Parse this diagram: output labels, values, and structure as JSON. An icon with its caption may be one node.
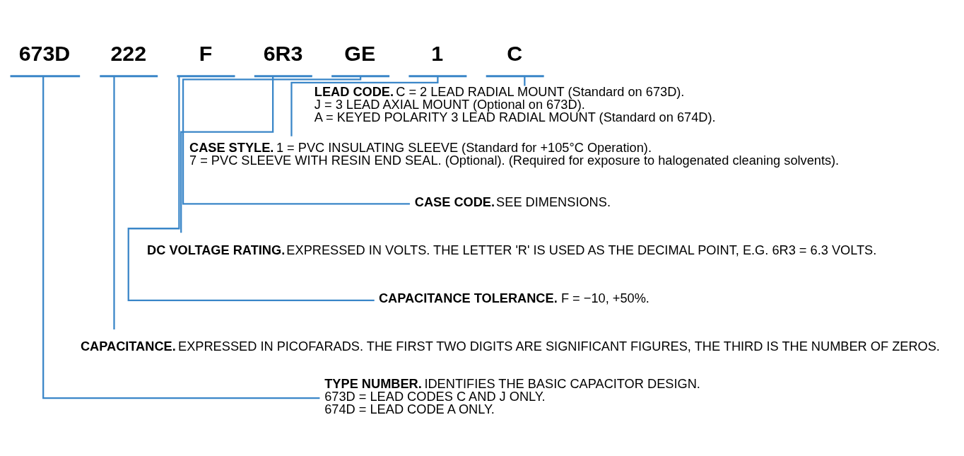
{
  "diagram": {
    "nodes": [
      {
        "text": [
          "673D"
        ]
      },
      {
        "text": [
          "222"
        ]
      },
      {
        "text": [
          "F"
        ]
      },
      {
        "text": [
          "6R3"
        ]
      },
      {
        "text": [
          "GE"
        ]
      },
      {
        "text": [
          "1"
        ]
      },
      {
        "text": [
          "C"
        ]
      },
      {
        "text": [
          "LEAD CODE.",
          "C = 2 LEAD RADIAL MOUNT (Standard on 673D).",
          "J = 3 LEAD AXIAL MOUNT (Optional on 673D).",
          "A = KEYED POLARITY 3 LEAD RADIAL MOUNT (Standard on 674D)."
        ]
      },
      {
        "text": [
          "CASE STYLE.",
          "1 = PVC INSULATING SLEEVE (Standard for +105°C Operation).",
          "7 = PVC SLEEVE WITH RESIN END SEAL. (Optional). (Required for exposure to halogenated cleaning solvents)."
        ]
      },
      {
        "text": [
          "CASE CODE.",
          "SEE DIMENSIONS."
        ]
      },
      {
        "text": [
          "DC VOLTAGE RATING.",
          "EXPRESSED IN VOLTS. THE LETTER 'R' IS USED AS THE DECIMAL POINT, E.G. 6R3 = 6.3 VOLTS."
        ]
      },
      {
        "text": [
          "CAPACITANCE TOLERANCE.",
          "F = −10, +50%."
        ]
      },
      {
        "text": [
          "CAPACITANCE.",
          "EXPRESSED IN PICOFARADS. THE FIRST TWO DIGITS ARE SIGNIFICANT FIGURES, THE THIRD IS THE NUMBER OF ZEROS."
        ]
      },
      {
        "text": [
          "TYPE NUMBER.",
          "IDENTIFIES THE BASIC CAPACITOR DESIGN.",
          "673D = LEAD CODES C AND J ONLY.",
          "674D = LEAD CODE A ONLY."
        ]
      }
    ],
    "edges": [
      {
        "from": 7,
        "to": 6,
        "arrow": "none"
      },
      {
        "from": 8,
        "to": 5,
        "arrow": "none"
      },
      {
        "from": 9,
        "to": 4,
        "arrow": "none"
      },
      {
        "from": 10,
        "to": 3,
        "arrow": "none"
      },
      {
        "from": 11,
        "to": 2,
        "arrow": "none"
      },
      {
        "from": 12,
        "to": 1,
        "arrow": "none"
      },
      {
        "from": 13,
        "to": 0,
        "arrow": "none"
      }
    ]
  }
}
